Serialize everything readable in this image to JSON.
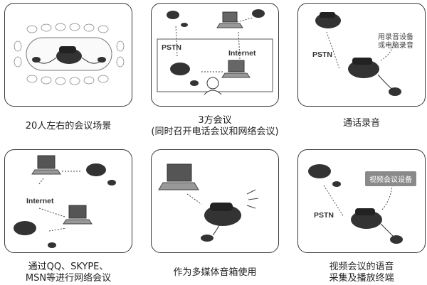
{
  "panels": [
    {
      "caption_lines": [
        "20人左右的会议场景"
      ]
    },
    {
      "caption_lines": [
        "3方会议",
        "(同时召开电话会议和网络会议)"
      ],
      "labels": {
        "pstn": "PSTN",
        "internet": "Internet"
      }
    },
    {
      "caption_lines": [
        "通话录音"
      ],
      "labels": {
        "pstn": "PSTN",
        "note_line1": "用录音设备",
        "note_line2": "或电脑录音"
      }
    },
    {
      "caption_lines": [
        "通过QQ、SKYPE、",
        "MSN等进行网络会议"
      ],
      "labels": {
        "internet": "Internet"
      }
    },
    {
      "caption_lines": [
        "作为多媒体音箱使用"
      ]
    },
    {
      "caption_lines": [
        "视频会议的语音",
        "采集及播放终端"
      ],
      "labels": {
        "pstn": "PSTN",
        "badge": "视频会议设备"
      }
    }
  ]
}
